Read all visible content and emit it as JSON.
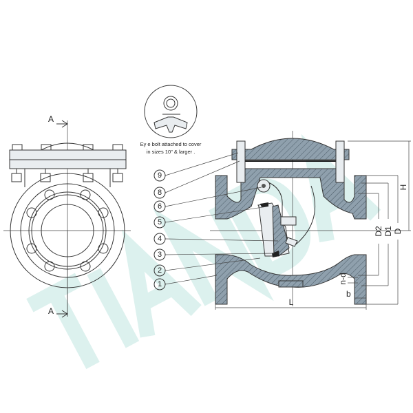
{
  "watermark": "TIANDA",
  "note": {
    "line1": "Ey e bolt attached to cover",
    "line2": "in sizes 10\" & larger ."
  },
  "section_marks": {
    "top": "A",
    "bottom": "A"
  },
  "callouts": [
    "9",
    "8",
    "6",
    "5",
    "4",
    "3",
    "2",
    "1"
  ],
  "dimensions": {
    "H": "H",
    "D2": "D2",
    "D1": "D1",
    "D": "D",
    "L": "L",
    "b": "b",
    "nd": "n-d"
  },
  "colors": {
    "body": "#8fa0ad",
    "watermark": "#bfe6e0",
    "line": "#333333"
  }
}
